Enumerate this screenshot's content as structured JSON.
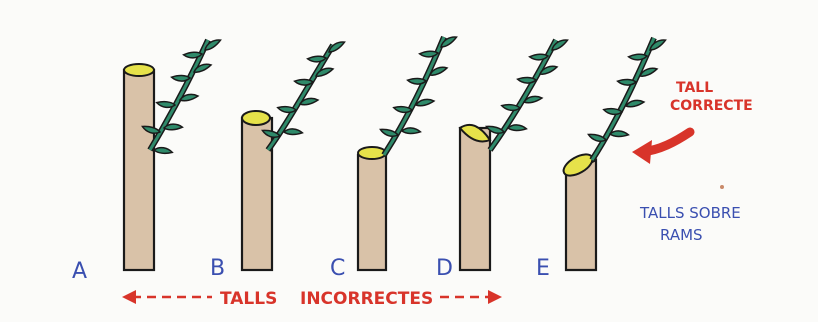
{
  "labels": {
    "a": "A",
    "b": "B",
    "c": "C",
    "d": "D",
    "e": "E"
  },
  "caption_incorrect_left": "TALLS",
  "caption_incorrect_right": "INCORRECTES",
  "caption_correct_line1": "TALL",
  "caption_correct_line2": "CORRECTE",
  "caption_subject_line1": "TALLS SOBRE",
  "caption_subject_line2": "RAMS",
  "colors": {
    "label_blue": "#3a4fb0",
    "caption_red": "#d8342a",
    "stem_fill": "#d9c2a8",
    "cut_fill": "#e6e24a",
    "leaf_fill": "#2f8a6a"
  }
}
